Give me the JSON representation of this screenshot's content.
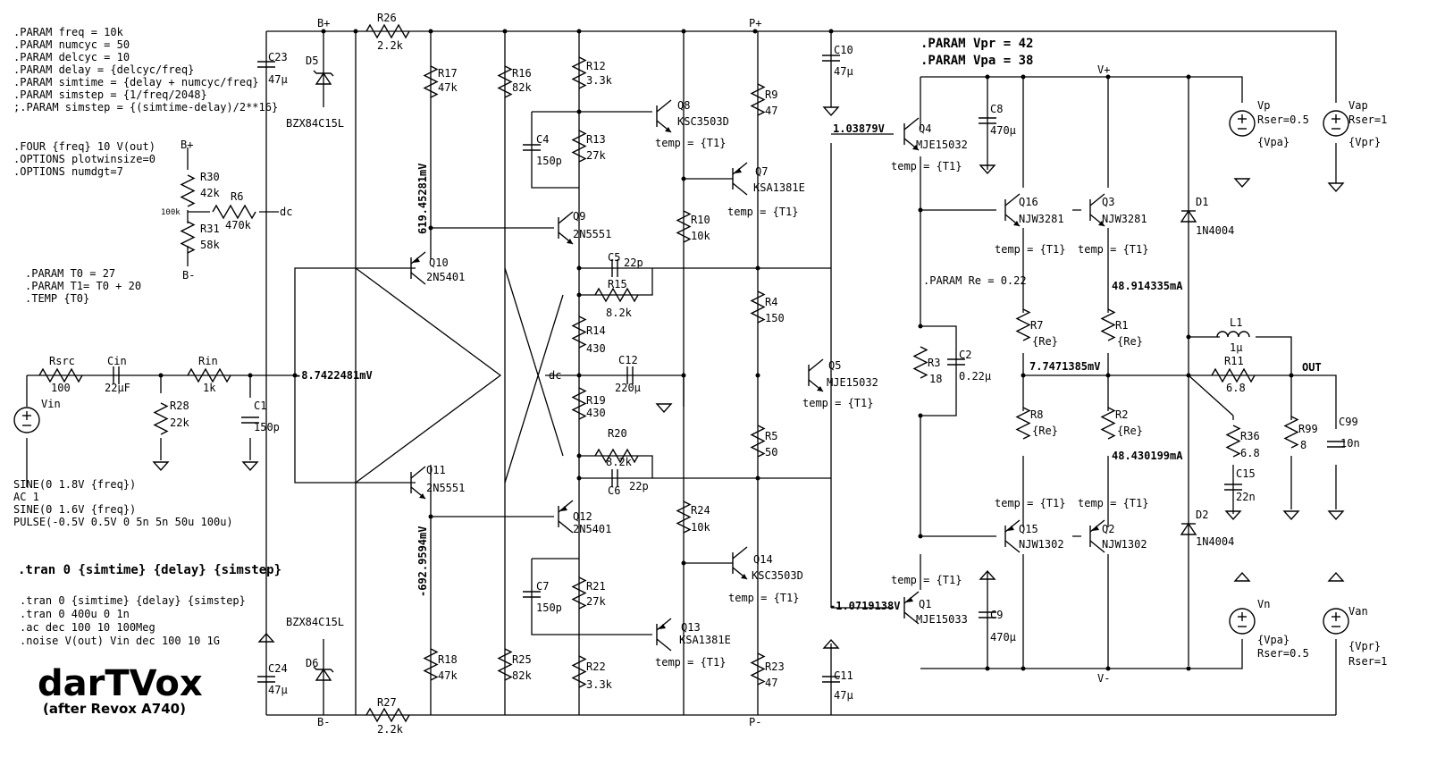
{
  "title": "darTVox",
  "subtitle": "(after Revox A740)",
  "params_block": [
    ".PARAM freq = 10k",
    ".PARAM numcyc = 50",
    ".PARAM delcyc = 10",
    ".PARAM delay = {delcyc/freq}",
    ".PARAM simtime = {delay + numcyc/freq}",
    ".PARAM simstep = {1/freq/2048}",
    ";.PARAM simstep = {(simtime-delay)/2**16}"
  ],
  "four_block": [
    ".FOUR {freq} 10 V(out)",
    ".OPTIONS plotwinsize=0",
    ".OPTIONS numdgt=7"
  ],
  "temp_block": [
    ".PARAM T0 = 27",
    ".PARAM T1= T0 + 20",
    ".TEMP {T0}"
  ],
  "tran_main": ".tran 0 {simtime} {delay} {simstep}",
  "tran_alts": [
    ".tran 0 {simtime} {delay} {simstep}",
    ".tran 0 400u 0 1n",
    ".ac dec 100 10 100Meg",
    ".noise V(out) Vin dec 100 10 1G"
  ],
  "vin_spec": [
    "SINE(0 1.8V {freq})",
    "AC 1",
    "SINE(0 1.6V {freq})",
    "PULSE(-0.5V 0.5V 0 5n 5n 50u 100u)"
  ],
  "vpr_param": ".PARAM Vpr = 42",
  "vpa_param": ".PARAM Vpa = 38",
  "re_param": ".PARAM Re = 0.22",
  "nets": {
    "bplus": "B+",
    "bminus": "B-",
    "pplus": "P+",
    "pminus": "P-",
    "vplus": "V+",
    "vminus": "V-",
    "out": "OUT",
    "dc1": "dc",
    "dc2": "dc",
    "k100": "100k"
  },
  "probes": {
    "v_in_node": "-8.7422481mV",
    "v_q10": "619.45281mV",
    "v_q11": "-692.9594mV",
    "v_q4": "1.03879V",
    "v_q1": "-1.0719138V",
    "v_out": "7.7471385mV",
    "i_q3": "48.914335mA",
    "i_q2": "48.430199mA"
  },
  "temp_label": "temp = {T1}",
  "parts": {
    "R26": [
      "R26",
      "2.2k"
    ],
    "R27": [
      "R27",
      "2.2k"
    ],
    "C23": [
      "C23",
      "47µ"
    ],
    "C24": [
      "C24",
      "47µ"
    ],
    "D5": [
      "D5",
      "BZX84C15L"
    ],
    "D6": [
      "D6",
      "BZX84C15L"
    ],
    "R17": [
      "R17",
      "47k"
    ],
    "R18": [
      "R18",
      "47k"
    ],
    "R16": [
      "R16",
      "82k"
    ],
    "R25": [
      "R25",
      "82k"
    ],
    "R12": [
      "R12",
      "3.3k"
    ],
    "R22": [
      "R22",
      "3.3k"
    ],
    "R13": [
      "R13",
      "27k"
    ],
    "R21": [
      "R21",
      "27k"
    ],
    "C4": [
      "C4",
      "150p"
    ],
    "C7": [
      "C7",
      "150p"
    ],
    "R9": [
      "R9",
      "47"
    ],
    "R23": [
      "R23",
      "47"
    ],
    "R10": [
      "R10",
      "10k"
    ],
    "R24": [
      "R24",
      "10k"
    ],
    "R4": [
      "R4",
      "150"
    ],
    "R5": [
      "R5",
      "50"
    ],
    "C5": [
      "C5",
      "22p"
    ],
    "C6": [
      "C6",
      "22p"
    ],
    "R15": [
      "R15",
      "8.2k"
    ],
    "R20": [
      "R20",
      "8.2k"
    ],
    "R14": [
      "R14",
      "430"
    ],
    "R19": [
      "R19",
      "430"
    ],
    "C12": [
      "C12",
      "220µ"
    ],
    "C10": [
      "C10",
      "47µ"
    ],
    "C11": [
      "C11",
      "47µ"
    ],
    "C8": [
      "C8",
      "470µ"
    ],
    "C9": [
      "C9",
      "470µ"
    ],
    "R3": [
      "R3",
      "18"
    ],
    "C2": [
      "C2",
      "0.22µ"
    ],
    "R7": [
      "R7",
      "{Re}"
    ],
    "R1": [
      "R1",
      "{Re}"
    ],
    "R8": [
      "R8",
      "{Re}"
    ],
    "R2": [
      "R2",
      "{Re}"
    ],
    "D1": [
      "D1",
      "1N4004"
    ],
    "D2": [
      "D2",
      "1N4004"
    ],
    "L1": [
      "L1",
      "1µ"
    ],
    "R11": [
      "R11",
      "6.8"
    ],
    "R36": [
      "R36",
      "6.8"
    ],
    "C15": [
      "C15",
      "22n"
    ],
    "R99": [
      "R99",
      "8"
    ],
    "C99": [
      "C99",
      "10n"
    ],
    "Rsrc": [
      "Rsrc",
      "100"
    ],
    "Cin": [
      "Cin",
      "22µF"
    ],
    "Rin": [
      "Rin",
      "1k"
    ],
    "C1": [
      "C1",
      "150p"
    ],
    "R28": [
      "R28",
      "22k"
    ],
    "R30": [
      "R30",
      "42k"
    ],
    "R31": [
      "R31",
      "58k"
    ],
    "R6": [
      "R6",
      "470k"
    ]
  },
  "transistors": {
    "Q8": [
      "Q8",
      "KSC3503D"
    ],
    "Q7": [
      "Q7",
      "KSA1381E"
    ],
    "Q9": [
      "Q9",
      "2N5551"
    ],
    "Q10": [
      "Q10",
      "2N5401"
    ],
    "Q11": [
      "Q11",
      "2N5551"
    ],
    "Q12": [
      "Q12",
      "2N5401"
    ],
    "Q13": [
      "Q13",
      "KSA1381E"
    ],
    "Q14": [
      "Q14",
      "KSC3503D"
    ],
    "Q5": [
      "Q5",
      "MJE15032"
    ],
    "Q4": [
      "Q4",
      "MJE15032"
    ],
    "Q1": [
      "Q1",
      "MJE15033"
    ],
    "Q16": [
      "Q16",
      "NJW3281"
    ],
    "Q3": [
      "Q3",
      "NJW3281"
    ],
    "Q15": [
      "Q15",
      "NJW1302"
    ],
    "Q2": [
      "Q2",
      "NJW1302"
    ]
  },
  "sources": {
    "Vin": "Vin",
    "Vp": [
      "Vp",
      "Rser=0.5",
      "{Vpa}"
    ],
    "Vap": [
      "Vap",
      "Rser=1",
      "{Vpr}"
    ],
    "Vn": [
      "Vn",
      "{Vpa}",
      "Rser=0.5"
    ],
    "Van": [
      "Van",
      "{Vpr}",
      "Rser=1"
    ]
  }
}
